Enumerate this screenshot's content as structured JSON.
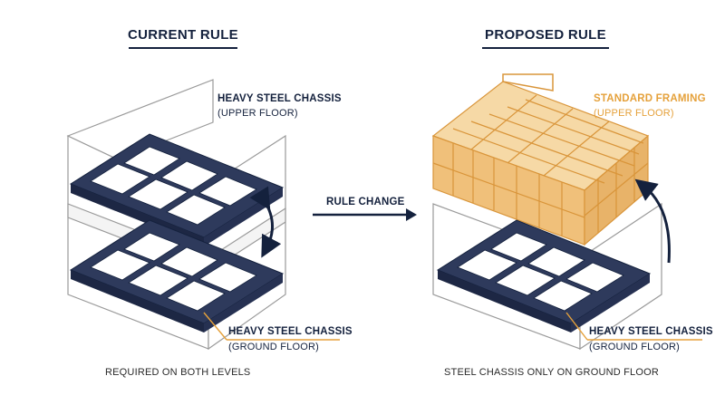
{
  "current": {
    "title": "CURRENT RULE",
    "upper_label": "HEAVY STEEL CHASSIS",
    "upper_sub": "(UPPER FLOOR)",
    "ground_label": "HEAVY STEEL CHASSIS",
    "ground_sub": "(GROUND FLOOR)",
    "caption": "REQUIRED ON BOTH LEVELS"
  },
  "change": {
    "label": "RULE CHANGE"
  },
  "proposed": {
    "title": "PROPOSED RULE",
    "upper_label": "STANDARD FRAMING",
    "upper_sub": "(UPPER FLOOR)",
    "ground_label": "HEAVY STEEL CHASSIS",
    "ground_sub": "(GROUND FLOOR)",
    "caption": "STEEL CHASSIS ONLY ON GROUND FLOOR"
  },
  "colors": {
    "navy": "#14213d",
    "steel": "#2e3a5c",
    "steel_light": "#5d6a8c",
    "timber": "#f0c07a",
    "timber_edge": "#d9953a",
    "accent_gold": "#e5a13b",
    "wall_outline": "#9a9a9a"
  }
}
